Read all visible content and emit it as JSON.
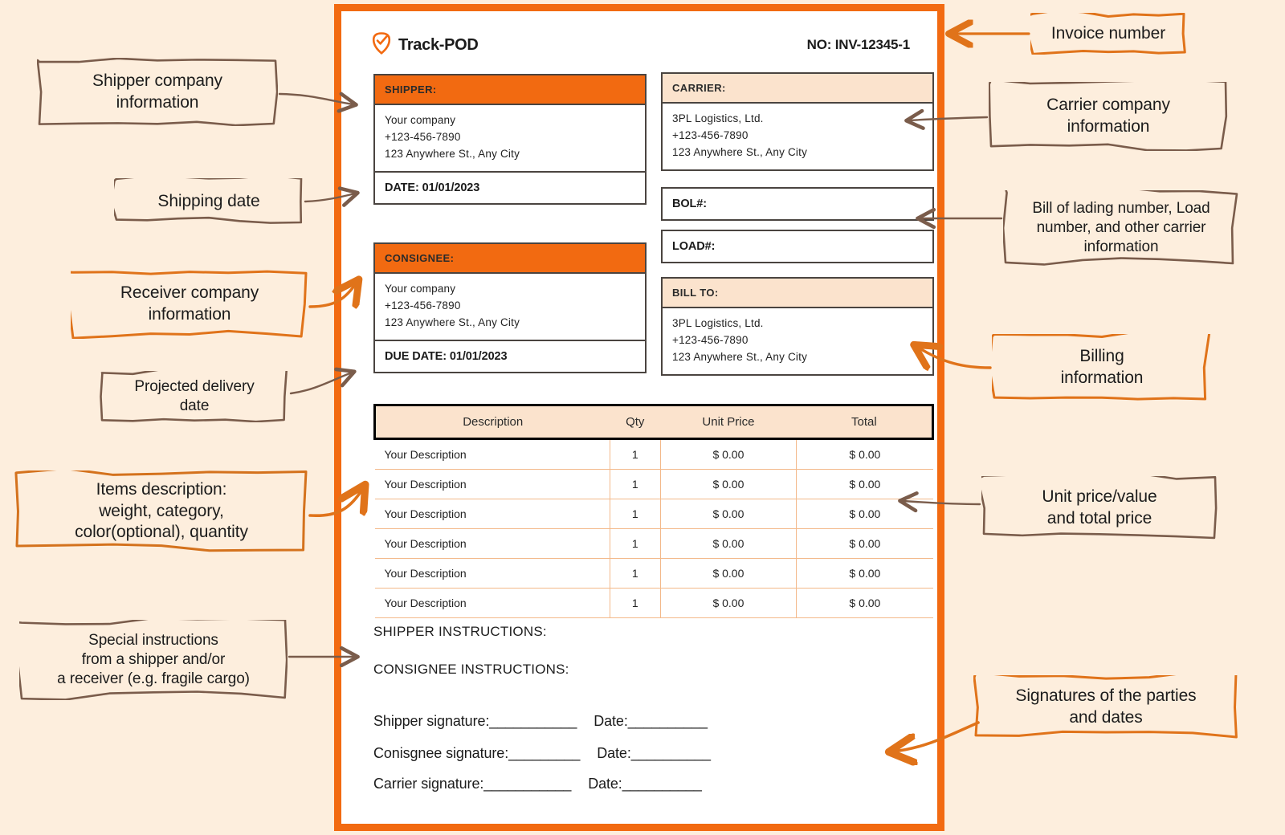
{
  "doc": {
    "brand_name": "Track-POD",
    "brand_icon": "shield-check-pin-icon",
    "invoice_no": "NO: INV-12345-1",
    "shipper": {
      "heading": "SHIPPER:",
      "company": "Your company",
      "phone": "+123-456-7890",
      "address": "123 Anywhere St., Any City",
      "date_line": "DATE: 01/01/2023"
    },
    "consignee": {
      "heading": "CONSIGNEE:",
      "company": "Your company",
      "phone": "+123-456-7890",
      "address": "123 Anywhere St., Any City",
      "date_line": "DUE DATE: 01/01/2023"
    },
    "carrier": {
      "heading": "CARRIER:",
      "company": "3PL Logistics, Ltd.",
      "phone": "+123-456-7890",
      "address": "123 Anywhere St., Any City",
      "bol_label": "BOL#:",
      "load_label": "LOAD#:"
    },
    "bill_to": {
      "heading": "BILL TO:",
      "company": "3PL Logistics, Ltd.",
      "phone": "+123-456-7890",
      "address": "123 Anywhere St., Any City"
    },
    "items_table": {
      "columns": [
        "Description",
        "Qty",
        "Unit Price",
        "Total"
      ],
      "rows": [
        [
          "Your Description",
          "1",
          "$ 0.00",
          "$ 0.00"
        ],
        [
          "Your Description",
          "1",
          "$ 0.00",
          "$ 0.00"
        ],
        [
          "Your Description",
          "1",
          "$ 0.00",
          "$ 0.00"
        ],
        [
          "Your Description",
          "1",
          "$ 0.00",
          "$ 0.00"
        ],
        [
          "Your Description",
          "1",
          "$ 0.00",
          "$ 0.00"
        ],
        [
          "Your Description",
          "1",
          "$ 0.00",
          "$ 0.00"
        ]
      ]
    },
    "instructions": {
      "shipper": "SHIPPER INSTRUCTIONS:",
      "consignee": "CONSIGNEE INSTRUCTIONS:"
    },
    "signatures": [
      {
        "label": "Shipper signature:___________",
        "date": "Date:__________"
      },
      {
        "label": "Conisgnee signature:_________",
        "date": "Date:__________"
      },
      {
        "label": "Carrier signature:___________",
        "date": "Date:__________"
      }
    ]
  },
  "annotations": [
    {
      "id": "shipper-company-information",
      "text": "Shipper company\ninformation",
      "color": "#7a5c4b"
    },
    {
      "id": "shipping-date",
      "text": "Shipping date",
      "color": "#7a5c4b"
    },
    {
      "id": "receiver-company-information",
      "text": "Receiver company\ninformation",
      "color": "#e0731a"
    },
    {
      "id": "projected-delivery-date",
      "text": "Projected delivery\ndate",
      "color": "#7a5c4b"
    },
    {
      "id": "items-description",
      "text": "Items description:\nweight, category,\ncolor(optional), quantity",
      "color": "#d4721d"
    },
    {
      "id": "special-instructions",
      "text": "Special instructions\nfrom a shipper and/or\na receiver (e.g. fragile cargo)",
      "color": "#7a5c4b"
    },
    {
      "id": "invoice-number",
      "text": "Invoice number",
      "color": "#e0731a"
    },
    {
      "id": "carrier-company-information",
      "text": "Carrier company\ninformation",
      "color": "#7a5c4b"
    },
    {
      "id": "bill-of-lading-number",
      "text": "Bill of lading number, Load\nnumber, and other carrier\ninformation",
      "color": "#7a5c4b"
    },
    {
      "id": "billing-information",
      "text": "Billing\ninformation",
      "color": "#e0731a"
    },
    {
      "id": "unit-price-and-total-price",
      "text": "Unit price/value\nand total price",
      "color": "#7a5c4b"
    },
    {
      "id": "signatures-of-the-parties",
      "text": "Signatures of the parties\nand dates",
      "color": "#e0731a"
    }
  ],
  "colors": {
    "page_background": "#fdeedd",
    "accent_orange": "#f26a11",
    "header_cream": "#fbe3cd",
    "annotation_brown": "#7a5c4b",
    "annotation_orange": "#e0731a",
    "table_grid": "#f3b98a"
  }
}
